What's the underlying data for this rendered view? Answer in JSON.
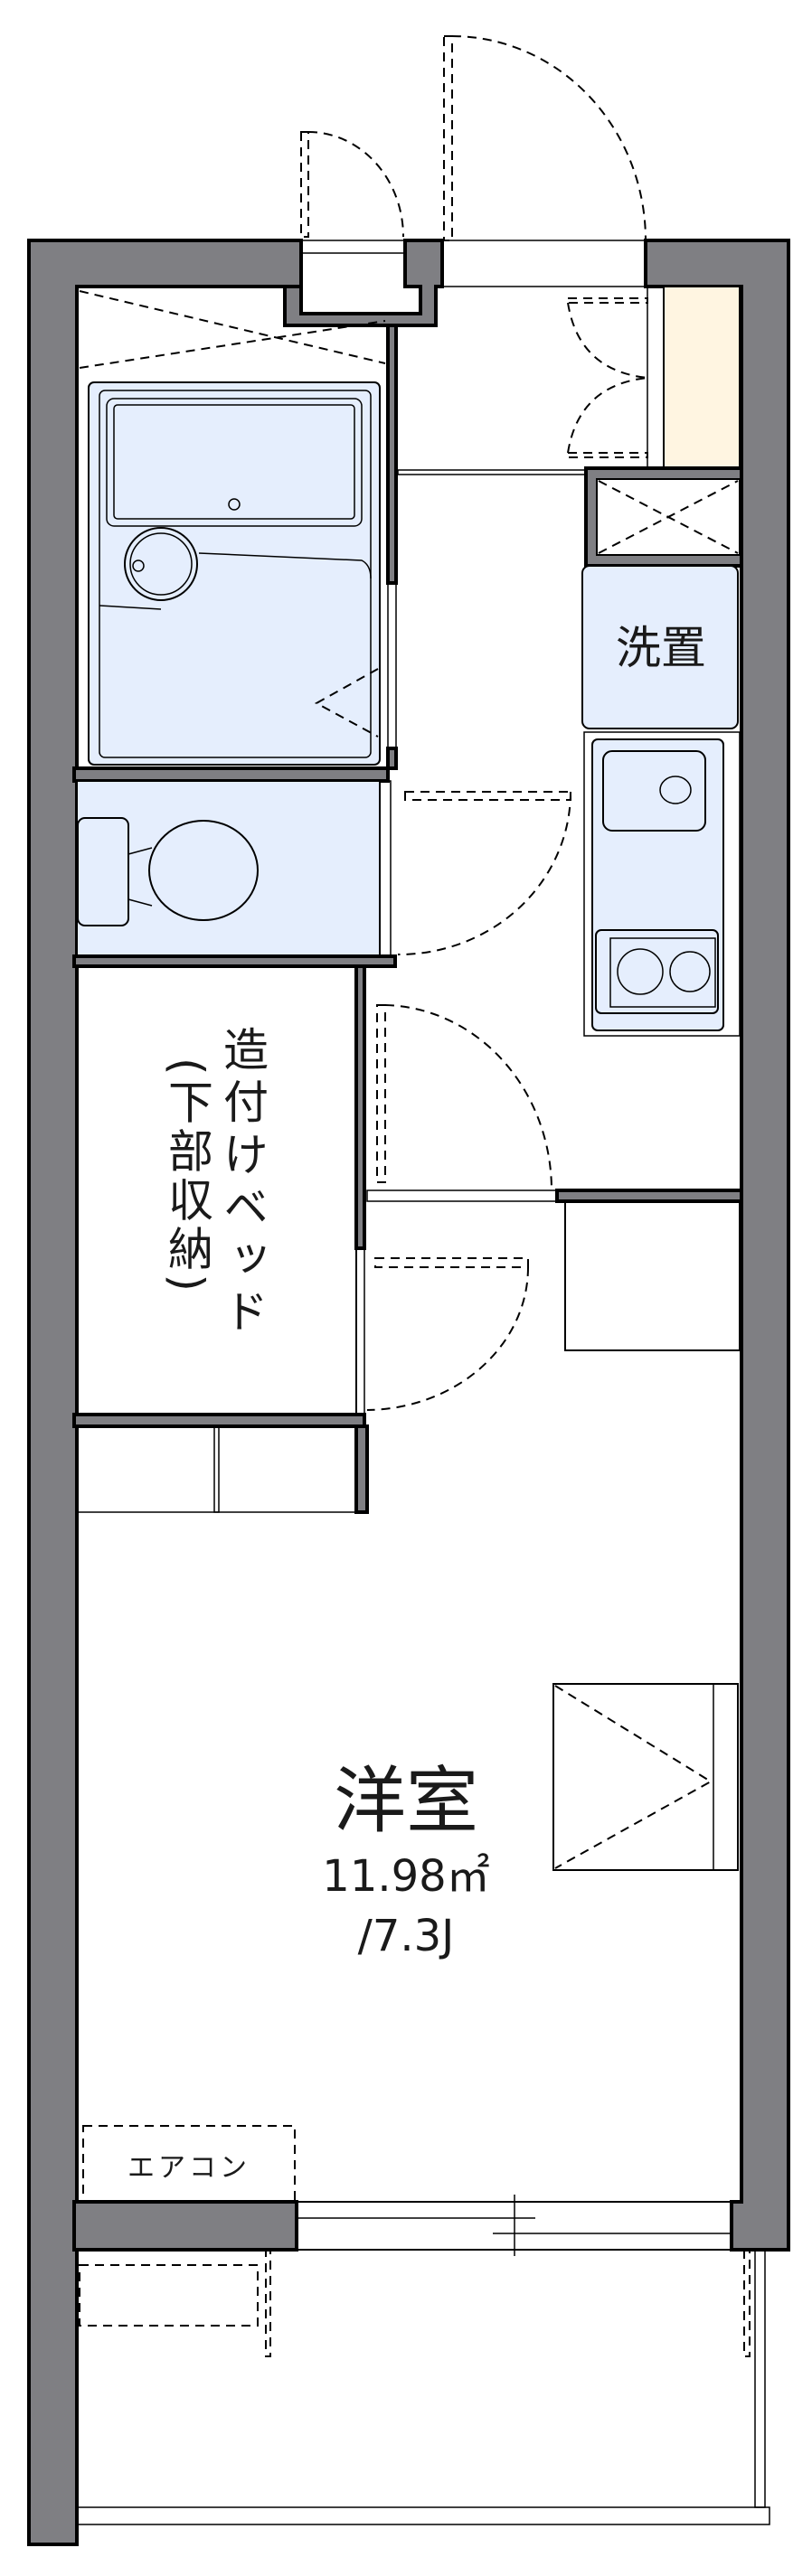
{
  "floorplan": {
    "rooms": {
      "washer_space": "洗置",
      "built_in_bed": "造付けベッド",
      "under_storage": "(下部収納)",
      "western_room": "洋室",
      "area_sqm": "11.98㎡",
      "area_jo": "/7.3J",
      "air_conditioner": "エアコン"
    },
    "colors": {
      "wall": "#7f7f83",
      "fixture_blue": "#e5eefd",
      "shoe_cabinet": "#fff5e1"
    }
  }
}
